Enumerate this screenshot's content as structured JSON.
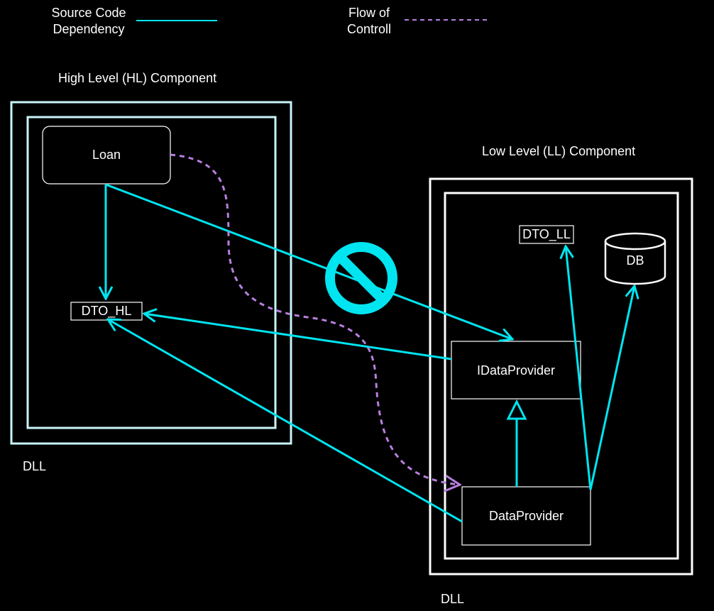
{
  "legend": {
    "dependency_line1": "Source Code",
    "dependency_line2": "Dependency",
    "flow_line1": "Flow of",
    "flow_line2": "Controll"
  },
  "colors": {
    "dependency": "#00e5f0",
    "flow": "#b87fe0",
    "outer_border_hl": "#c8f4f8",
    "outer_border_ll": "#ffffff",
    "background": "#000000"
  },
  "high_level": {
    "title": "High Level (HL) Component",
    "dll_label": "DLL",
    "loan": "Loan",
    "dto": "DTO_HL"
  },
  "low_level": {
    "title": "Low Level (LL) Component",
    "dll_label": "DLL",
    "dto": "DTO_LL",
    "db": "DB",
    "interface": "IDataProvider",
    "impl": "DataProvider"
  },
  "prohibited_icon": "no-entry-icon"
}
